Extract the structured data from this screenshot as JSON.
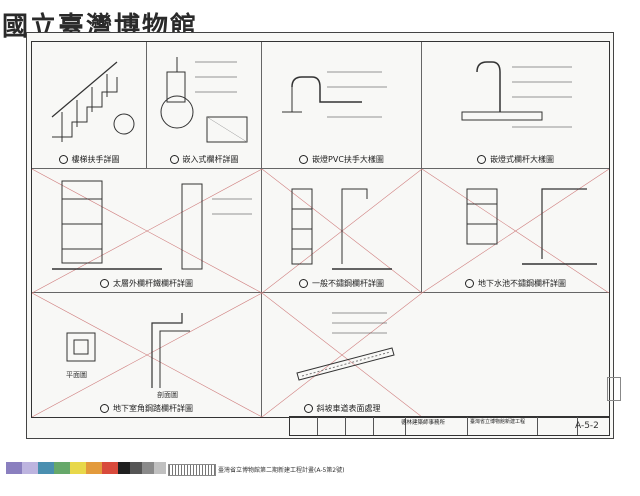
{
  "museum_logo": "國立臺灣博物館",
  "panels": [
    {
      "caption": "樓梯扶手詳圖"
    },
    {
      "caption": "嵌入式欄杆詳圖"
    },
    {
      "caption": "嵌燈PVC扶手大樣圖"
    },
    {
      "caption": "嵌燈式欄杆大樣圖"
    },
    {
      "caption": "太層外欄杆鐵欄杆詳圖"
    },
    {
      "caption": "一般不鏽鋼欄杆詳圖"
    },
    {
      "caption": "地下水池不鏽鋼欄杆詳圖"
    },
    {
      "caption": "地下室角鋼踏欄杆詳圖"
    },
    {
      "caption": "斜坡車道表面處理"
    }
  ],
  "plan_label": "平面圖",
  "section_label": "剖面圖",
  "title_block": {
    "office_name": "德林建築師事務所",
    "project": "臺灣省立博物館新建工程",
    "sheet_number": "A-5-2"
  },
  "footer_text": "臺灣省立博物館第二期新建工程計畫(A-5第2號)",
  "colors": {
    "line": "#333333",
    "cross": "#d08080",
    "swatches": [
      "#8a7fbf",
      "#bdb4df",
      "#4a8fb0",
      "#66a86a",
      "#e8d84a",
      "#e39a3c",
      "#d84a3c",
      "#d8869c",
      "#f0c8b0"
    ],
    "grays": [
      "#202020",
      "#555555",
      "#8a8a8a",
      "#c0c0c0"
    ]
  }
}
